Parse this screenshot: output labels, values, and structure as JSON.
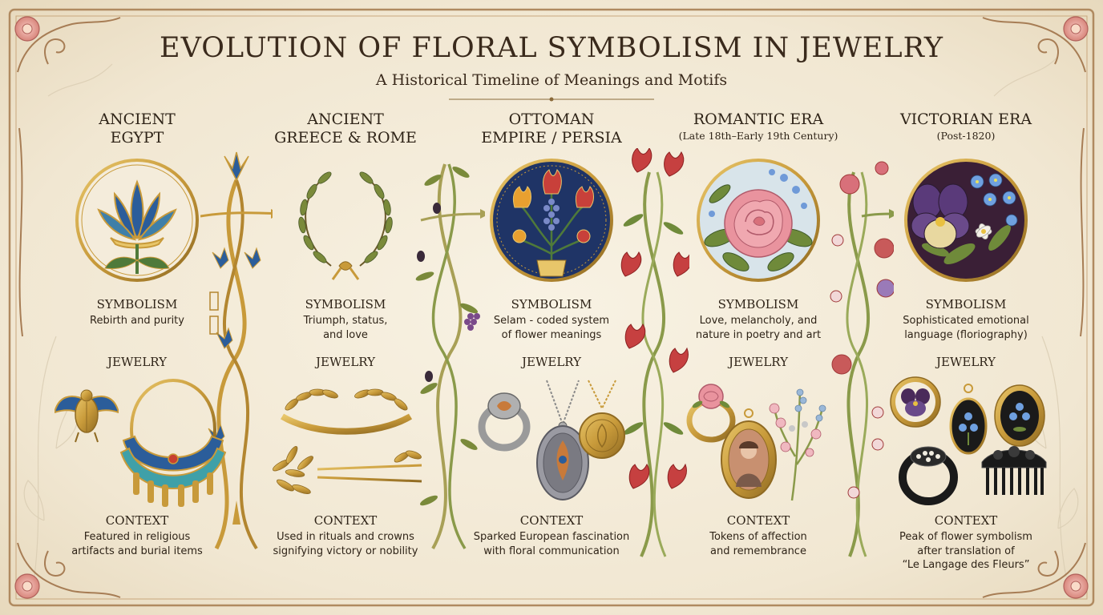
{
  "header": {
    "title": "EVOLUTION OF FLORAL SYMBOLISM IN JEWELRY",
    "subtitle": "A Historical Timeline of Meanings and Motifs"
  },
  "labels": {
    "symbolism": "SYMBOLISM",
    "jewelry": "JEWELRY",
    "context": "CONTEXT"
  },
  "eras": [
    {
      "title_line1": "ANCIENT",
      "title_line2": "EGYPT",
      "subtitle": "",
      "symbolism_line1": "Rebirth and purity",
      "symbolism_line2": "",
      "context_line1": "Featured in religious",
      "context_line2": "artifacts and burial items",
      "context_line3": "",
      "medallion_icon": "lotus-icon",
      "jewelry_icons": [
        "scarab-brooch-icon",
        "collar-necklace-icon"
      ]
    },
    {
      "title_line1": "ANCIENT",
      "title_line2": "GREECE & ROME",
      "subtitle": "",
      "symbolism_line1": "Triumph, status,",
      "symbolism_line2": "and love",
      "context_line1": "Used in rituals and crowns",
      "context_line2": "signifying victory or nobility",
      "context_line3": "",
      "medallion_icon": "laurel-wreath-icon",
      "jewelry_icons": [
        "laurel-diadem-icon",
        "laurel-hairpin-icon"
      ]
    },
    {
      "title_line1": "OTTOMAN",
      "title_line2": "EMPIRE / PERSIA",
      "subtitle": "",
      "symbolism_line1": "Selam - coded system",
      "symbolism_line2": "of flower meanings",
      "context_line1": "Sparked European fascination",
      "context_line2": "with floral communication",
      "context_line3": "",
      "medallion_icon": "tulip-vase-icon",
      "jewelry_icons": [
        "signet-ring-icon",
        "oval-pendant-icon",
        "round-locket-icon"
      ]
    },
    {
      "title_line1": "ROMANTIC ERA",
      "title_line2": "",
      "subtitle": "(Late 18th–Early 19th Century)",
      "symbolism_line1": "Love, melancholy, and",
      "symbolism_line2": "nature in poetry and art",
      "context_line1": "Tokens of affection",
      "context_line2": "and remembrance",
      "context_line3": "",
      "medallion_icon": "rose-icon",
      "jewelry_icons": [
        "rose-ring-icon",
        "portrait-locket-icon",
        "flower-spray-brooch-icon"
      ]
    },
    {
      "title_line1": "VICTORIAN ERA",
      "title_line2": "",
      "subtitle": "(Post-1820)",
      "symbolism_line1": "Sophisticated emotional",
      "symbolism_line2": "language (floriography)",
      "context_line1": "Peak of flower symbolism",
      "context_line2": "after translation of",
      "context_line3": "“Le Langage des Fleurs”",
      "medallion_icon": "pansy-forget-me-not-icon",
      "jewelry_icons": [
        "pansy-brooch-icon",
        "forget-me-not-locket-icon",
        "oval-brooch-icon",
        "black-ring-icon",
        "hair-comb-icon"
      ]
    }
  ],
  "colors": {
    "parchment": "#f4ecdb",
    "ink": "#2f2418",
    "gold": "#c89a3a",
    "vine-green": "#8a9a4a",
    "frame-brown": "#a77d55",
    "egypt-blue": "#2b5d9a",
    "ottoman-navy": "#1f3466",
    "victorian-plum": "#3a1f36"
  }
}
